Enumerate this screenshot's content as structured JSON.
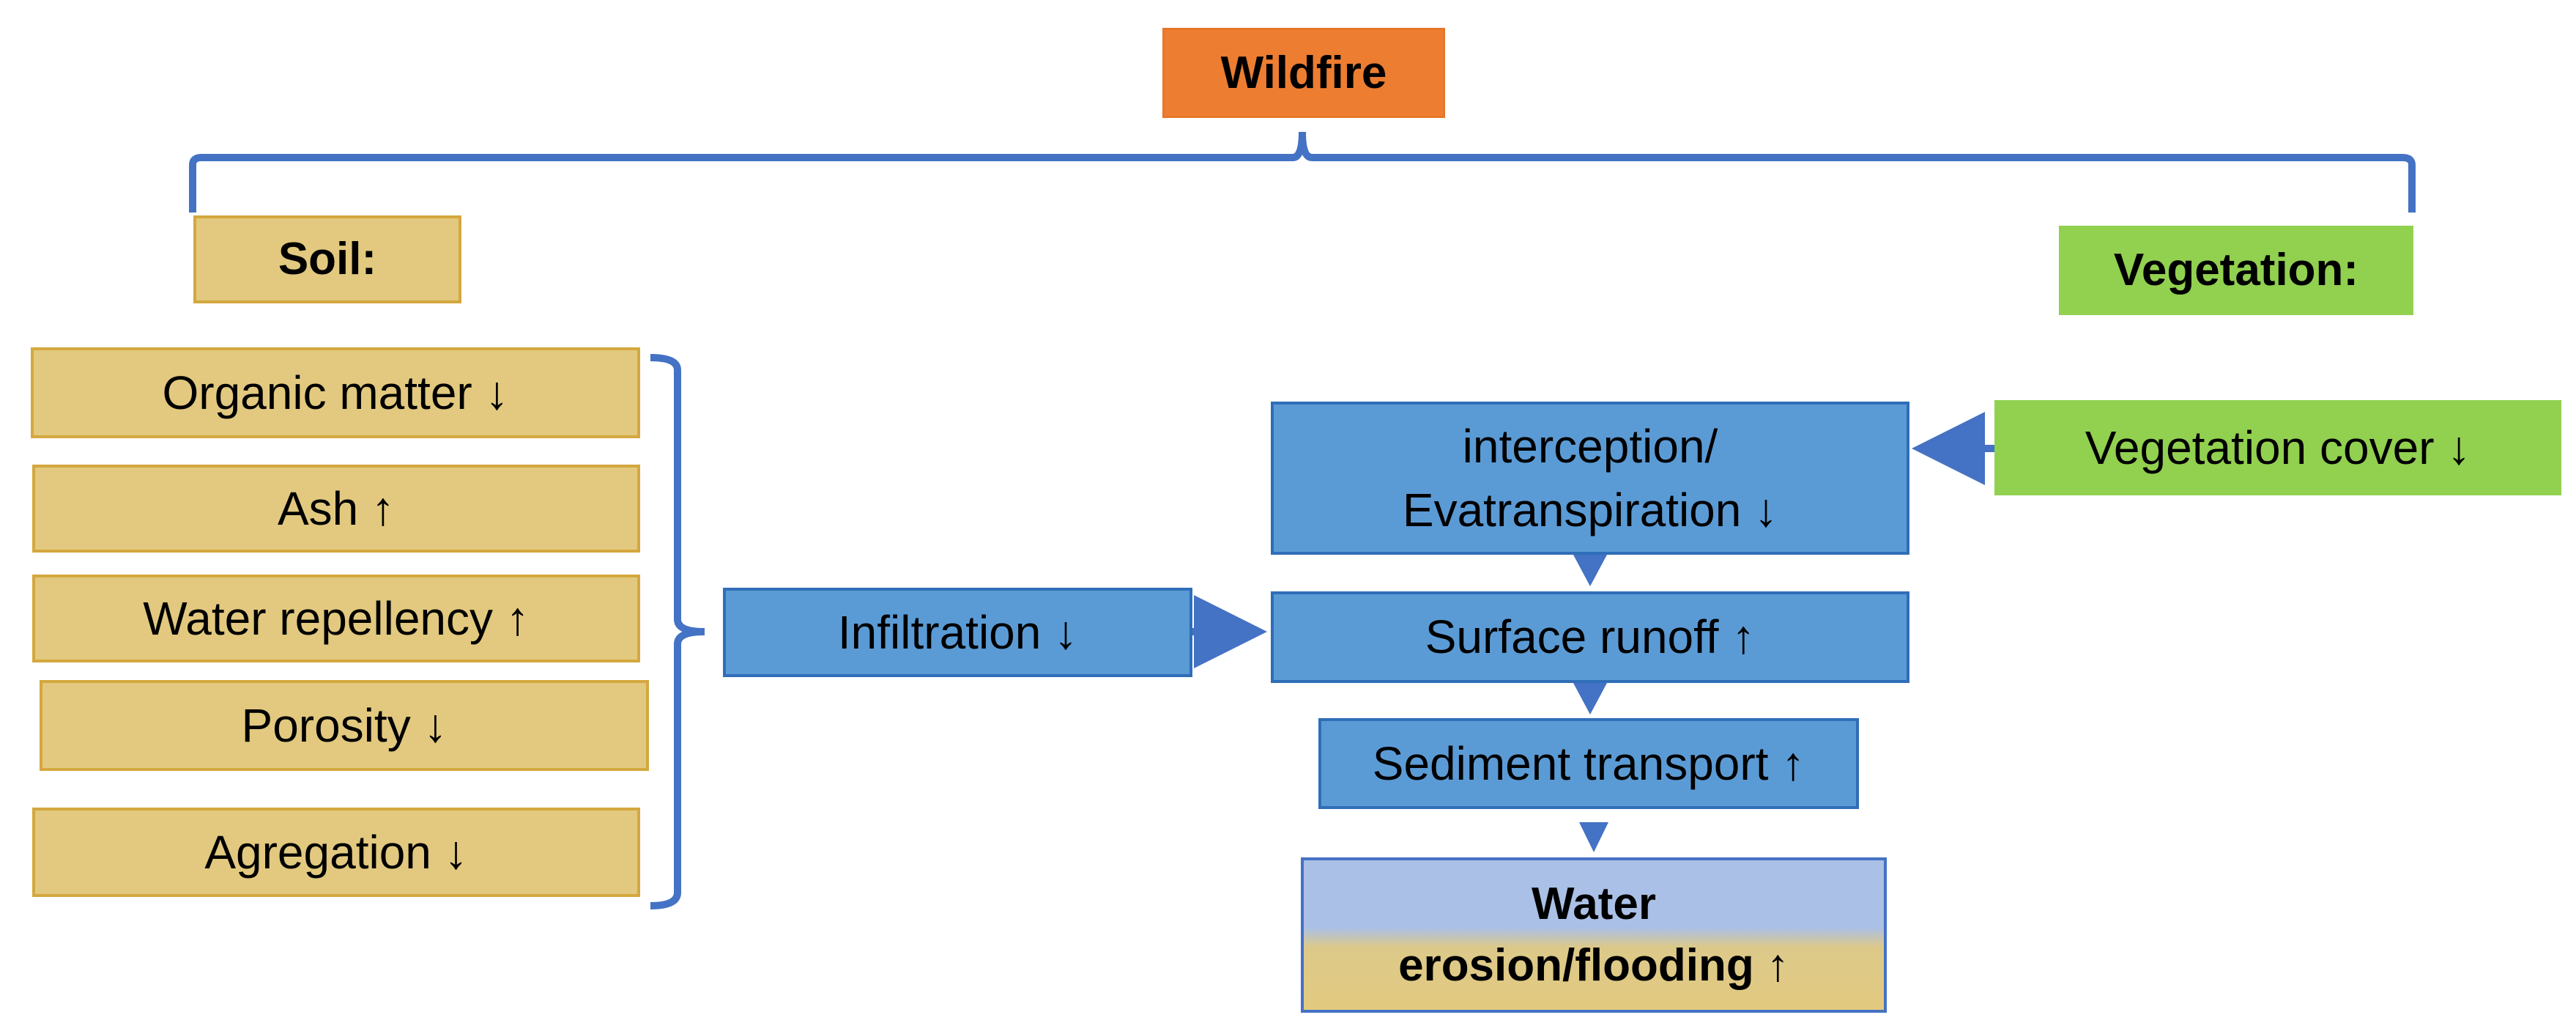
{
  "diagram": {
    "top": {
      "label": "Wildfire"
    },
    "soil": {
      "heading": "Soil:",
      "factors": [
        {
          "text": "Organic matter ↓"
        },
        {
          "text": "Ash ↑"
        },
        {
          "text": "Water repellency ↑"
        },
        {
          "text": "Porosity ↓"
        },
        {
          "text": "Agregation ↓"
        }
      ]
    },
    "vegetation": {
      "heading": "Vegetation:",
      "factor": "Vegetation cover ↓"
    },
    "processes": {
      "infiltration": "Infiltration ↓",
      "interception_line1": "interception/",
      "interception_line2": "Evatranspiration ↓",
      "surface_runoff": "Surface runoff ↑",
      "sediment_transport": "Sediment transport ↑",
      "outcome_line1": "Water",
      "outcome_line2": "erosion/flooding ↑"
    },
    "colors": {
      "wildfire": "#ed7d31",
      "soil": "#e2c97f",
      "vegetation": "#92d050",
      "process": "#5b9bd5",
      "connector": "#4472c4"
    }
  }
}
